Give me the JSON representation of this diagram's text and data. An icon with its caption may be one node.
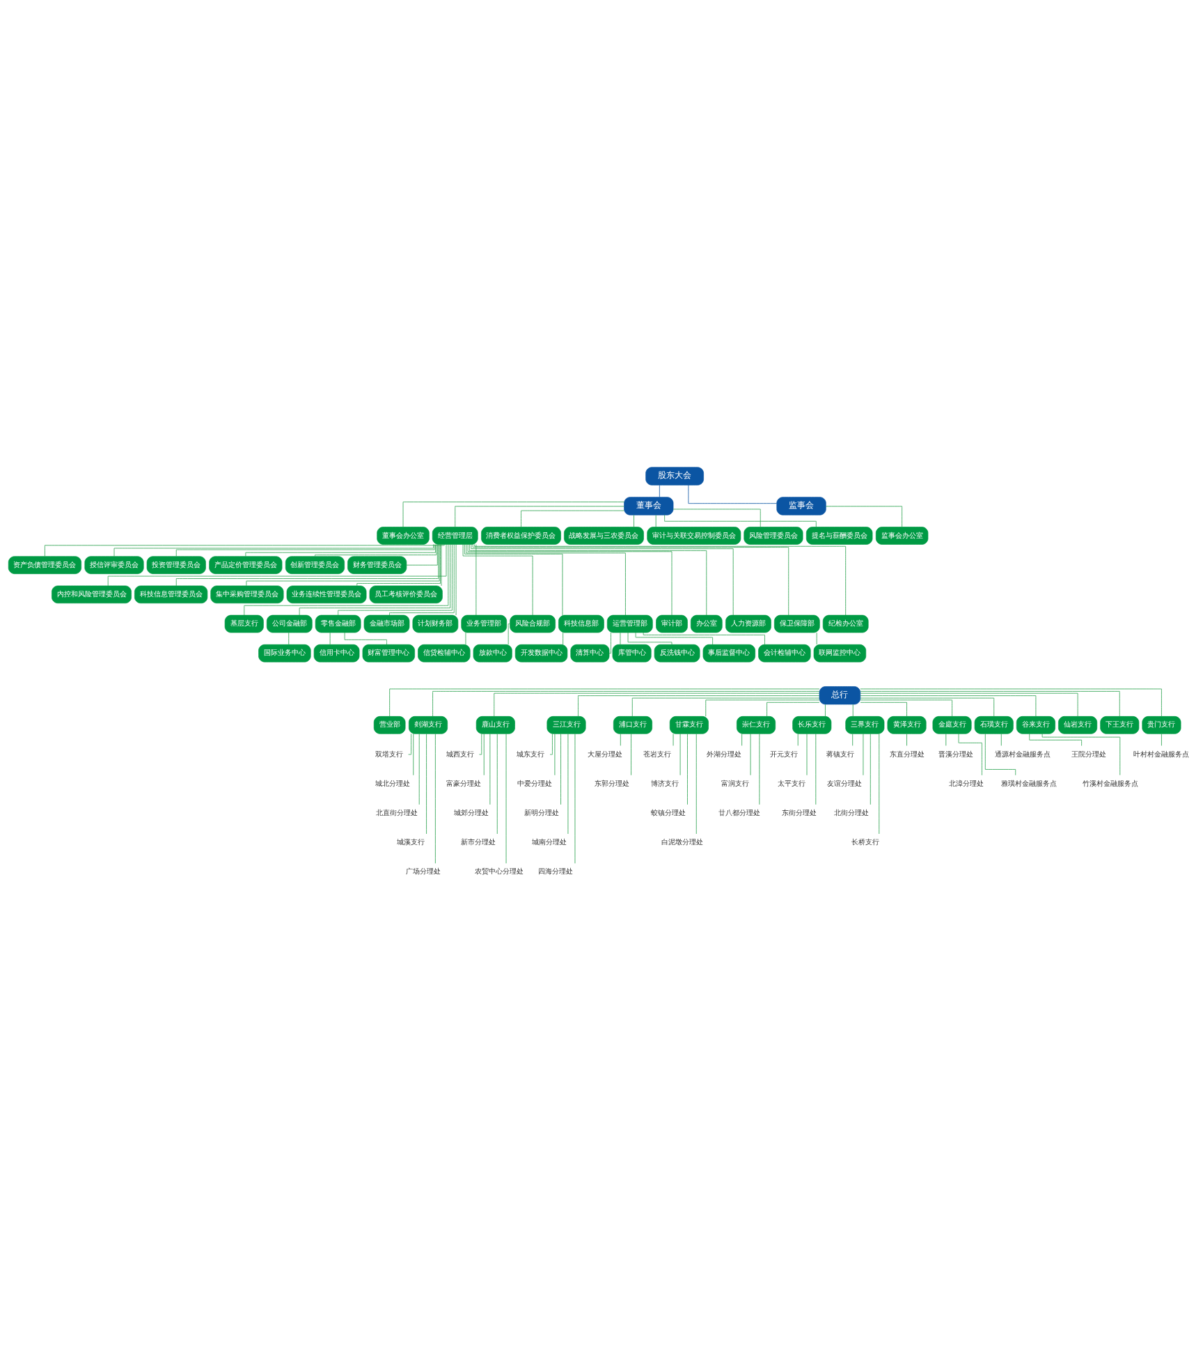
{
  "diagram": {
    "nodes": [
      {
        "text": [
          "股东大会"
        ]
      },
      {
        "text": [
          "董事会"
        ]
      },
      {
        "text": [
          "监事会"
        ]
      },
      {
        "text": [
          "董事会办公室"
        ]
      },
      {
        "text": [
          "经营管理层"
        ]
      },
      {
        "text": [
          "监事会办公室"
        ]
      },
      {
        "text": [
          "消费者权益保护委员会"
        ]
      },
      {
        "text": [
          "战略发展与三农委员会"
        ]
      },
      {
        "text": [
          "审计与关联交易控制委员会"
        ]
      },
      {
        "text": [
          "风险管理委员会"
        ]
      },
      {
        "text": [
          "提名与薪酬委员会"
        ]
      },
      {
        "text": [
          "资产负债管理委员会"
        ]
      },
      {
        "text": [
          "授信评审委员会"
        ]
      },
      {
        "text": [
          "投资管理委员会"
        ]
      },
      {
        "text": [
          "产品定价管理委员会"
        ]
      },
      {
        "text": [
          "创新管理委员会"
        ]
      },
      {
        "text": [
          "财务管理委员会"
        ]
      },
      {
        "text": [
          "内控和风险管理委员会"
        ]
      },
      {
        "text": [
          "科技信息管理委员会"
        ]
      },
      {
        "text": [
          "集中采购管理委员会"
        ]
      },
      {
        "text": [
          "业务连续性管理委员会"
        ]
      },
      {
        "text": [
          "员工考核评价委员会"
        ]
      },
      {
        "text": [
          "基层支行"
        ]
      },
      {
        "text": [
          "公司金融部"
        ]
      },
      {
        "text": [
          "零售金融部"
        ]
      },
      {
        "text": [
          "金融市场部"
        ]
      },
      {
        "text": [
          "计划财务部"
        ]
      },
      {
        "text": [
          "业务管理部"
        ]
      },
      {
        "text": [
          "风险合规部"
        ]
      },
      {
        "text": [
          "科技信息部"
        ]
      },
      {
        "text": [
          "运营管理部"
        ]
      },
      {
        "text": [
          "审计部"
        ]
      },
      {
        "text": [
          "办公室"
        ]
      },
      {
        "text": [
          "人力资源部"
        ]
      },
      {
        "text": [
          "保卫保障部"
        ]
      },
      {
        "text": [
          "纪检办公室"
        ]
      },
      {
        "text": [
          "国际业务中心"
        ]
      },
      {
        "text": [
          "信用卡中心"
        ]
      },
      {
        "text": [
          "财富管理中心"
        ]
      },
      {
        "text": [
          "信贷检辅中心"
        ]
      },
      {
        "text": [
          "放款中心"
        ]
      },
      {
        "text": [
          "开发数据中心"
        ]
      },
      {
        "text": [
          "清算中心"
        ]
      },
      {
        "text": [
          "库管中心"
        ]
      },
      {
        "text": [
          "反洗钱中心"
        ]
      },
      {
        "text": [
          "事后监督中心"
        ]
      },
      {
        "text": [
          "会计检辅中心"
        ]
      },
      {
        "text": [
          "联网监控中心"
        ]
      },
      {
        "text": [
          "总行"
        ]
      },
      {
        "text": [
          "营业部"
        ]
      },
      {
        "text": [
          "剡湖支行"
        ]
      },
      {
        "text": [
          "鹿山支行"
        ]
      },
      {
        "text": [
          "三江支行"
        ]
      },
      {
        "text": [
          "浦口支行"
        ]
      },
      {
        "text": [
          "甘霖支行"
        ]
      },
      {
        "text": [
          "崇仁支行"
        ]
      },
      {
        "text": [
          "长乐支行"
        ]
      },
      {
        "text": [
          "三界支行"
        ]
      },
      {
        "text": [
          "黄泽支行"
        ]
      },
      {
        "text": [
          "金庭支行"
        ]
      },
      {
        "text": [
          "石璜支行"
        ]
      },
      {
        "text": [
          "谷来支行"
        ]
      },
      {
        "text": [
          "仙岩支行"
        ]
      },
      {
        "text": [
          "下王支行"
        ]
      },
      {
        "text": [
          "贵门支行"
        ]
      },
      {
        "text": [
          "双塔支行"
        ]
      },
      {
        "text": [
          "城北分理处"
        ]
      },
      {
        "text": [
          "北直街分理处"
        ]
      },
      {
        "text": [
          "城溪支行"
        ]
      },
      {
        "text": [
          "广场分理处"
        ]
      },
      {
        "text": [
          "城西支行"
        ]
      },
      {
        "text": [
          "富豪分理处"
        ]
      },
      {
        "text": [
          "城郊分理处"
        ]
      },
      {
        "text": [
          "新市分理处"
        ]
      },
      {
        "text": [
          "农贸中心分理处"
        ]
      },
      {
        "text": [
          "城东支行"
        ]
      },
      {
        "text": [
          "中爱分理处"
        ]
      },
      {
        "text": [
          "新明分理处"
        ]
      },
      {
        "text": [
          "城南分理处"
        ]
      },
      {
        "text": [
          "四海分理处"
        ]
      },
      {
        "text": [
          "大屋分理处"
        ]
      },
      {
        "text": [
          "东郭分理处"
        ]
      },
      {
        "text": [
          "苍岩支行"
        ]
      },
      {
        "text": [
          "博济支行"
        ]
      },
      {
        "text": [
          "蛟镇分理处"
        ]
      },
      {
        "text": [
          "白泥墩分理处"
        ]
      },
      {
        "text": [
          "外湖分理处"
        ]
      },
      {
        "text": [
          "富润支行"
        ]
      },
      {
        "text": [
          "廿八都分理处"
        ]
      },
      {
        "text": [
          "开元支行"
        ]
      },
      {
        "text": [
          "太平支行"
        ]
      },
      {
        "text": [
          "东街分理处"
        ]
      },
      {
        "text": [
          "蒋镇支行"
        ]
      },
      {
        "text": [
          "友谊分理处"
        ]
      },
      {
        "text": [
          "北街分理处"
        ]
      },
      {
        "text": [
          "长桥支行"
        ]
      },
      {
        "text": [
          "东直分理处"
        ]
      },
      {
        "text": [
          "晋溪分理处"
        ]
      },
      {
        "text": [
          "北漳分理处"
        ]
      },
      {
        "text": [
          "通源村金融服务点"
        ]
      },
      {
        "text": [
          "雅璜村金融服务点"
        ]
      },
      {
        "text": [
          "王院分理处"
        ]
      },
      {
        "text": [
          "竹溪村金融服务点"
        ]
      },
      {
        "text": [
          "叶村村金融服务点"
        ]
      }
    ],
    "edges": [
      {
        "from": 0,
        "to": 1,
        "arrow": "none",
        "color": "#0b55a3"
      },
      {
        "from": 0,
        "to": 2,
        "arrow": "none",
        "color": "#0b55a3"
      },
      {
        "from": 1,
        "to": 3,
        "arrow": "none"
      },
      {
        "from": 1,
        "to": 4,
        "arrow": "none"
      },
      {
        "from": 2,
        "to": 5,
        "arrow": "none"
      },
      {
        "from": 1,
        "to": 6,
        "arrow": "none"
      },
      {
        "from": 1,
        "to": 7,
        "arrow": "none"
      },
      {
        "from": 1,
        "to": 8,
        "arrow": "none"
      },
      {
        "from": 1,
        "to": 9,
        "arrow": "none"
      },
      {
        "from": 1,
        "to": 10,
        "arrow": "none"
      },
      {
        "from": 4,
        "to": 11,
        "arrow": "none"
      },
      {
        "from": 4,
        "to": 12,
        "arrow": "none"
      },
      {
        "from": 4,
        "to": 13,
        "arrow": "none"
      },
      {
        "from": 4,
        "to": 14,
        "arrow": "none"
      },
      {
        "from": 4,
        "to": 15,
        "arrow": "none"
      },
      {
        "from": 4,
        "to": 16,
        "arrow": "none"
      },
      {
        "from": 4,
        "to": 17,
        "arrow": "none"
      },
      {
        "from": 4,
        "to": 18,
        "arrow": "none"
      },
      {
        "from": 4,
        "to": 19,
        "arrow": "none"
      },
      {
        "from": 4,
        "to": 20,
        "arrow": "none"
      },
      {
        "from": 4,
        "to": 21,
        "arrow": "none"
      },
      {
        "from": 4,
        "to": 22,
        "arrow": "none"
      },
      {
        "from": 4,
        "to": 23,
        "arrow": "none"
      },
      {
        "from": 4,
        "to": 24,
        "arrow": "none"
      },
      {
        "from": 4,
        "to": 25,
        "arrow": "none"
      },
      {
        "from": 4,
        "to": 26,
        "arrow": "none"
      },
      {
        "from": 4,
        "to": 27,
        "arrow": "none"
      },
      {
        "from": 4,
        "to": 28,
        "arrow": "none"
      },
      {
        "from": 4,
        "to": 29,
        "arrow": "none"
      },
      {
        "from": 4,
        "to": 30,
        "arrow": "none"
      },
      {
        "from": 4,
        "to": 31,
        "arrow": "none"
      },
      {
        "from": 4,
        "to": 32,
        "arrow": "none"
      },
      {
        "from": 4,
        "to": 33,
        "arrow": "none"
      },
      {
        "from": 4,
        "to": 34,
        "arrow": "none"
      },
      {
        "from": 4,
        "to": 35,
        "arrow": "none"
      },
      {
        "from": 23,
        "to": 36,
        "arrow": "none"
      },
      {
        "from": 24,
        "to": 37,
        "arrow": "none"
      },
      {
        "from": 24,
        "to": 38,
        "arrow": "none"
      },
      {
        "from": 27,
        "to": 39,
        "arrow": "none"
      },
      {
        "from": 28,
        "to": 40,
        "arrow": "none"
      },
      {
        "from": 29,
        "to": 41,
        "arrow": "none"
      },
      {
        "from": 30,
        "to": 42,
        "arrow": "none"
      },
      {
        "from": 30,
        "to": 43,
        "arrow": "none"
      },
      {
        "from": 30,
        "to": 44,
        "arrow": "none"
      },
      {
        "from": 30,
        "to": 45,
        "arrow": "none"
      },
      {
        "from": 30,
        "to": 46,
        "arrow": "none"
      },
      {
        "from": 34,
        "to": 47,
        "arrow": "none"
      },
      {
        "from": 48,
        "to": 49,
        "arrow": "none"
      },
      {
        "from": 48,
        "to": 50,
        "arrow": "none"
      },
      {
        "from": 48,
        "to": 51,
        "arrow": "none"
      },
      {
        "from": 48,
        "to": 52,
        "arrow": "none"
      },
      {
        "from": 48,
        "to": 53,
        "arrow": "none"
      },
      {
        "from": 48,
        "to": 54,
        "arrow": "none"
      },
      {
        "from": 48,
        "to": 55,
        "arrow": "none"
      },
      {
        "from": 48,
        "to": 56,
        "arrow": "none"
      },
      {
        "from": 48,
        "to": 57,
        "arrow": "none"
      },
      {
        "from": 48,
        "to": 58,
        "arrow": "none"
      },
      {
        "from": 48,
        "to": 59,
        "arrow": "none"
      },
      {
        "from": 48,
        "to": 60,
        "arrow": "none"
      },
      {
        "from": 48,
        "to": 61,
        "arrow": "none"
      },
      {
        "from": 48,
        "to": 62,
        "arrow": "none"
      },
      {
        "from": 48,
        "to": 63,
        "arrow": "none"
      },
      {
        "from": 48,
        "to": 64,
        "arrow": "none"
      },
      {
        "from": 50,
        "to": 65,
        "arrow": "none"
      },
      {
        "from": 50,
        "to": 66,
        "arrow": "none"
      },
      {
        "from": 50,
        "to": 67,
        "arrow": "none"
      },
      {
        "from": 50,
        "to": 68,
        "arrow": "none"
      },
      {
        "from": 50,
        "to": 69,
        "arrow": "none"
      },
      {
        "from": 51,
        "to": 70,
        "arrow": "none"
      },
      {
        "from": 51,
        "to": 71,
        "arrow": "none"
      },
      {
        "from": 51,
        "to": 72,
        "arrow": "none"
      },
      {
        "from": 51,
        "to": 73,
        "arrow": "none"
      },
      {
        "from": 51,
        "to": 74,
        "arrow": "none"
      },
      {
        "from": 52,
        "to": 75,
        "arrow": "none"
      },
      {
        "from": 52,
        "to": 76,
        "arrow": "none"
      },
      {
        "from": 52,
        "to": 77,
        "arrow": "none"
      },
      {
        "from": 52,
        "to": 78,
        "arrow": "none"
      },
      {
        "from": 52,
        "to": 79,
        "arrow": "none"
      },
      {
        "from": 53,
        "to": 80,
        "arrow": "none"
      },
      {
        "from": 53,
        "to": 81,
        "arrow": "none"
      },
      {
        "from": 54,
        "to": 82,
        "arrow": "none"
      },
      {
        "from": 54,
        "to": 83,
        "arrow": "none"
      },
      {
        "from": 54,
        "to": 84,
        "arrow": "none"
      },
      {
        "from": 54,
        "to": 85,
        "arrow": "none"
      },
      {
        "from": 55,
        "to": 86,
        "arrow": "none"
      },
      {
        "from": 55,
        "to": 87,
        "arrow": "none"
      },
      {
        "from": 55,
        "to": 88,
        "arrow": "none"
      },
      {
        "from": 56,
        "to": 89,
        "arrow": "none"
      },
      {
        "from": 56,
        "to": 90,
        "arrow": "none"
      },
      {
        "from": 56,
        "to": 91,
        "arrow": "none"
      },
      {
        "from": 57,
        "to": 92,
        "arrow": "none"
      },
      {
        "from": 57,
        "to": 93,
        "arrow": "none"
      },
      {
        "from": 57,
        "to": 94,
        "arrow": "none"
      },
      {
        "from": 57,
        "to": 95,
        "arrow": "none"
      },
      {
        "from": 58,
        "to": 96,
        "arrow": "none"
      },
      {
        "from": 59,
        "to": 97,
        "arrow": "none"
      },
      {
        "from": 59,
        "to": 98,
        "arrow": "none"
      },
      {
        "from": 60,
        "to": 99,
        "arrow": "none"
      },
      {
        "from": 60,
        "to": 100,
        "arrow": "none"
      },
      {
        "from": 61,
        "to": 101,
        "arrow": "none"
      },
      {
        "from": 61,
        "to": 102,
        "arrow": "none"
      },
      {
        "from": 64,
        "to": 103,
        "arrow": "none"
      }
    ]
  }
}
